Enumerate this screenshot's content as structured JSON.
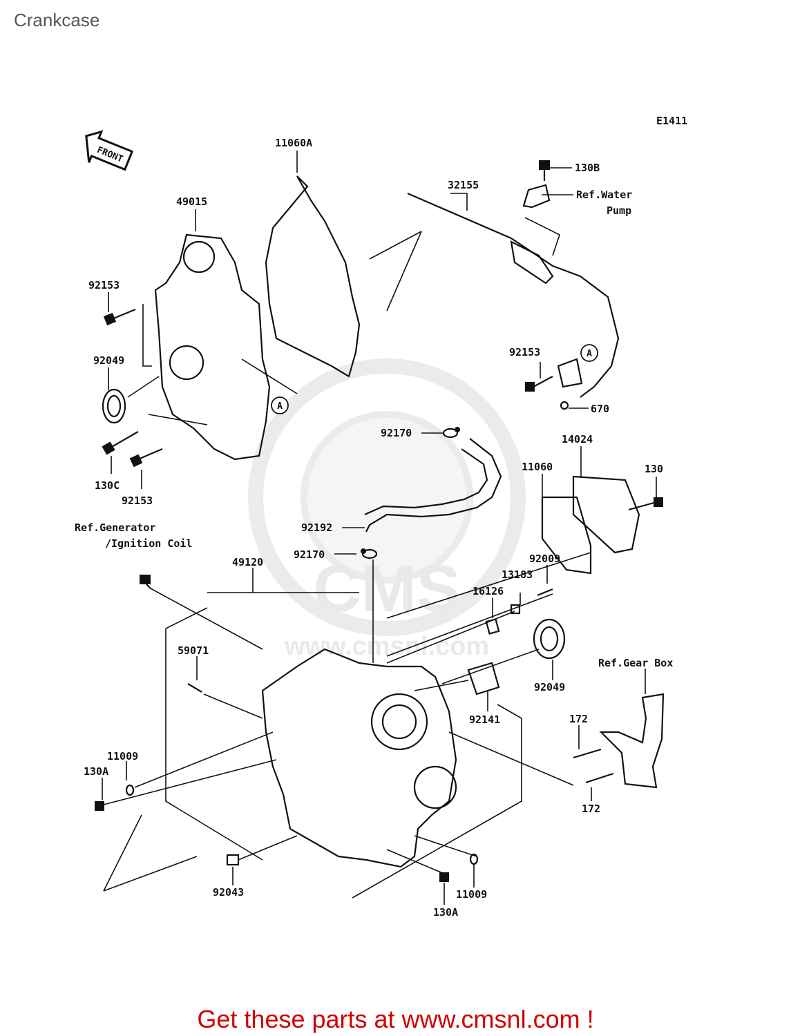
{
  "page": {
    "title": "Crankcase",
    "footer_text": "Get these parts at www.cmsnl.com !"
  },
  "diagram": {
    "code": "E1411",
    "front_marker": "FRONT",
    "callouts": {
      "a1": "A",
      "a2": "A"
    },
    "labels": {
      "l11060A": "11060A",
      "l32155": "32155",
      "l130B": "130B",
      "refWater": "Ref.Water",
      "pump": "Pump",
      "l49015": "49015",
      "l92153a": "92153",
      "l92049a": "92049",
      "l92153b": "92153",
      "l670": "670",
      "l92170a": "92170",
      "l14024": "14024",
      "l11060": "11060",
      "l130": "130",
      "l130C": "130C",
      "l92153c": "92153",
      "refGen": "Ref.Generator",
      "ignCoil": "/Ignition Coil",
      "l92192": "92192",
      "l92170b": "92170",
      "l49120": "49120",
      "l92009": "92009",
      "l13183": "13183",
      "l16126": "16126",
      "l59071": "59071",
      "refGear": "Ref.Gear Box",
      "l92049b": "92049",
      "l92141": "92141",
      "l172a": "172",
      "l11009a": "11009",
      "l130Aa": "130A",
      "l172b": "172",
      "l92043": "92043",
      "l11009b": "11009",
      "l130Ab": "130A"
    },
    "watermark": "www.cmsnl.com"
  },
  "colors": {
    "footer": "#d10000",
    "title": "#555555",
    "line": "#111111",
    "watermark": "#d8d8d8"
  }
}
